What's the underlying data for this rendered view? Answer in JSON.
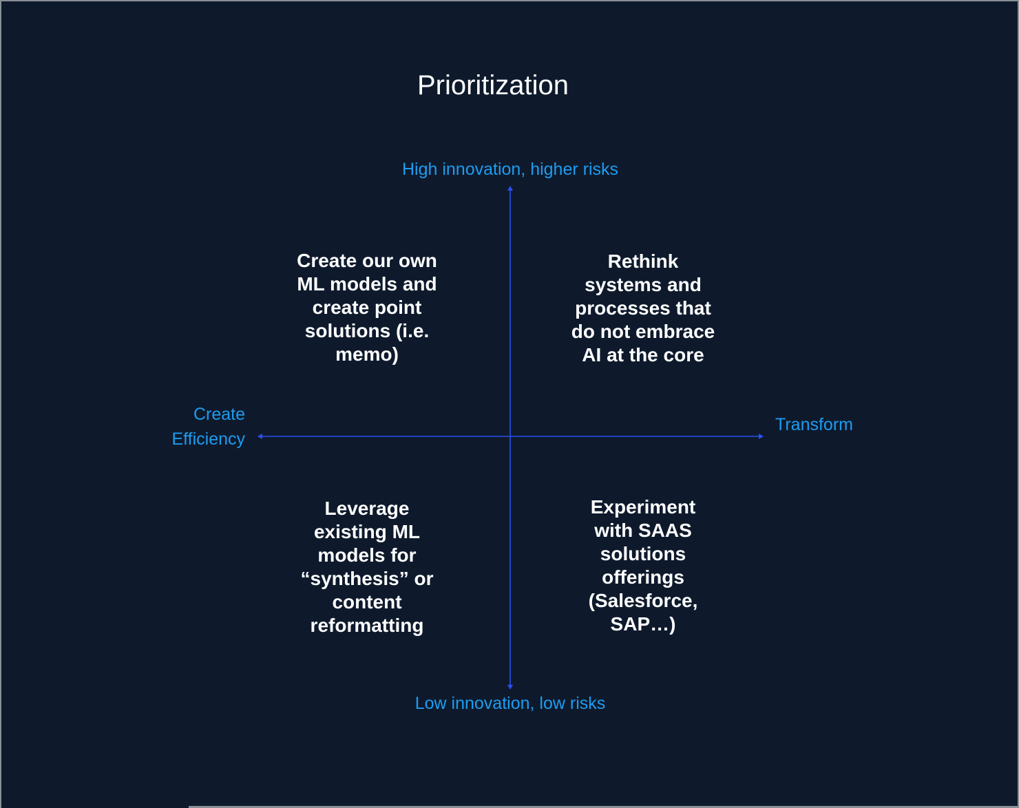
{
  "title": "Prioritization",
  "axes": {
    "top": "High innovation, higher risks",
    "bottom": "Low innovation, low risks",
    "left": "Create\nEfficiency",
    "right": "Transform"
  },
  "quadrants": {
    "top_left": "Create our own\nML models and\ncreate point\nsolutions (i.e.\nmemo)",
    "top_right": "Rethink\nsystems and\nprocesses that\ndo not embrace\nAI at the core",
    "bottom_left": "Leverage\nexisting ML\nmodels for\n“synthesis” or\ncontent\nreformatting",
    "bottom_right": "Experiment\nwith SAAS\nsolutions\nofferings\n(Salesforce,\nSAP…)"
  },
  "colors": {
    "background": "#0e1a2c",
    "axis_line": "#2a4ff0",
    "axis_label": "#1e9cf0",
    "text": "#ffffff"
  }
}
